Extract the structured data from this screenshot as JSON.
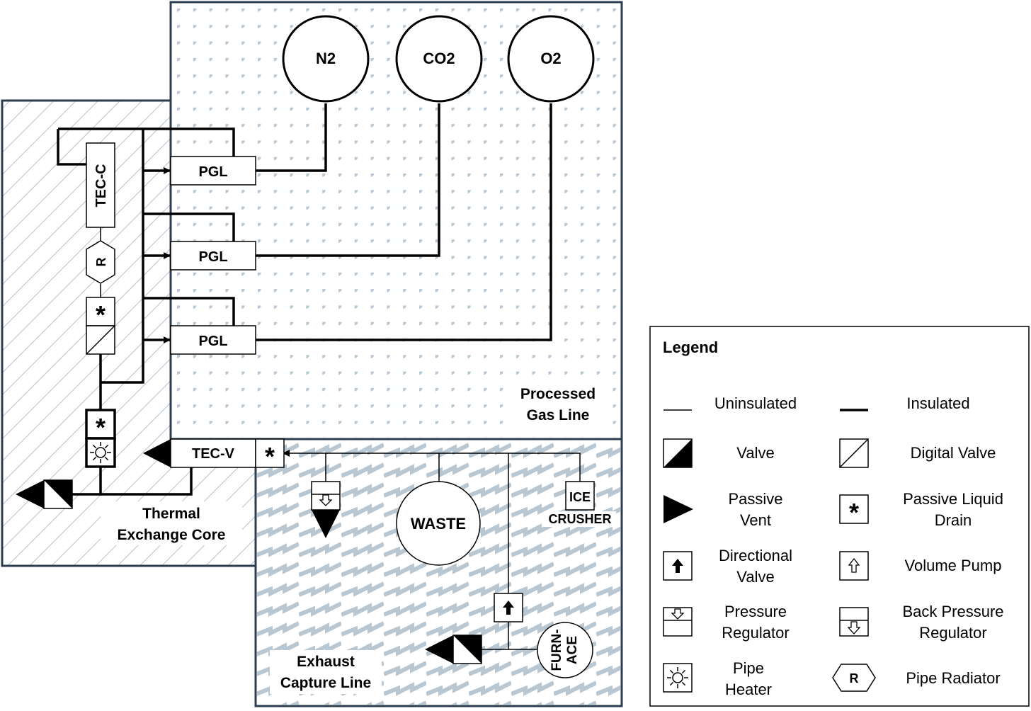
{
  "zones": {
    "processed_gas_line": [
      "Processed",
      "Gas Line"
    ],
    "thermal_exchange_core": [
      "Thermal",
      "Exchange Core"
    ],
    "exhaust_capture_line": [
      "Exhaust",
      "Capture Line"
    ]
  },
  "tanks": {
    "n2": "N2",
    "co2": "CO2",
    "o2": "O2",
    "waste": "WASTE",
    "furnace": [
      "FURN-",
      "ACE"
    ]
  },
  "components": {
    "pgl": [
      "PGL",
      "PGL",
      "PGL"
    ],
    "tec_c": "TEC-C",
    "tec_v": "TEC-V",
    "radiator_symbol": "R",
    "drain_symbol": "*",
    "ice_crusher": [
      "ICE",
      "CRUSHER"
    ]
  },
  "legend": {
    "title": "Legend",
    "items": [
      [
        "Uninsulated"
      ],
      [
        "Insulated"
      ],
      [
        "Valve"
      ],
      [
        "Digital Valve"
      ],
      [
        "Passive",
        "Vent"
      ],
      [
        "Passive Liquid",
        "Drain"
      ],
      [
        "Directional",
        "Valve"
      ],
      [
        "Volume Pump"
      ],
      [
        "Pressure",
        "Regulator"
      ],
      [
        "Back Pressure",
        "Regulator"
      ],
      [
        "Pipe",
        "Heater"
      ],
      [
        "Pipe Radiator"
      ]
    ]
  },
  "colors": {
    "zone_border": "#2b3d4f",
    "dot_fill": "#b9c7d2",
    "hatch": "#b7c2cc",
    "zigzag": "#b9c7d2",
    "line": "#000000"
  }
}
